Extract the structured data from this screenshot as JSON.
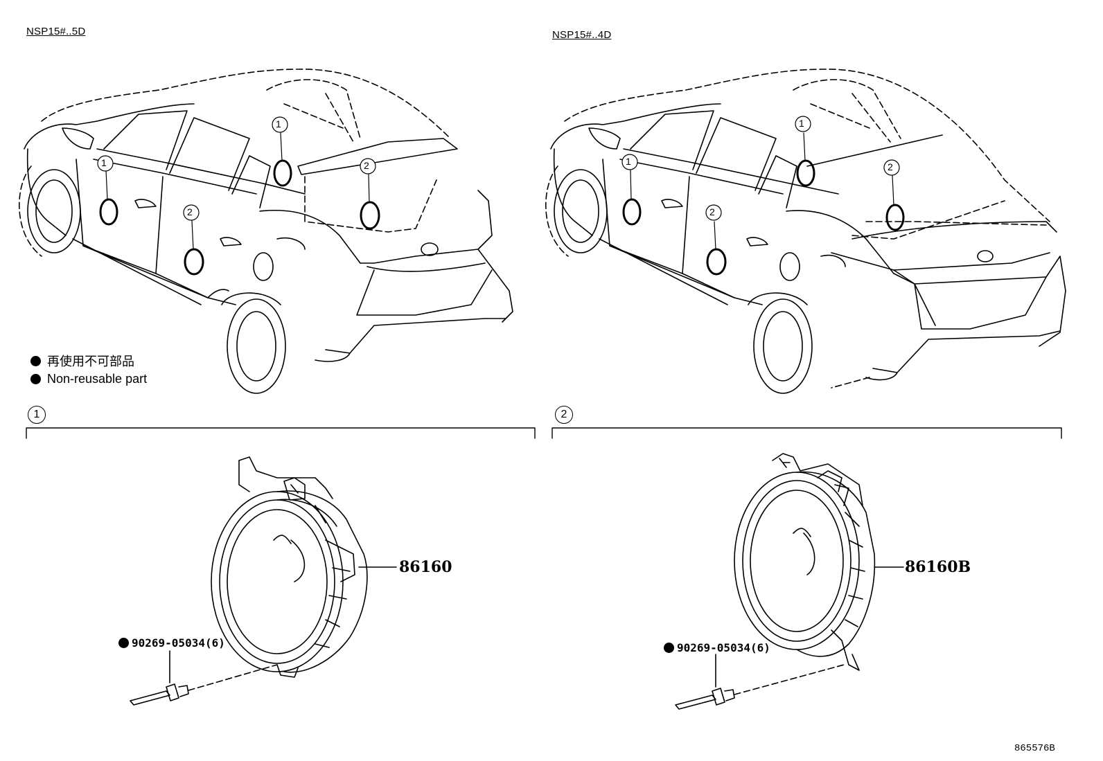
{
  "models": {
    "left": "NSP15#..5D",
    "right": "NSP15#..4D"
  },
  "legend": {
    "items": [
      {
        "text": "再使用不可部品"
      },
      {
        "text": "Non-reusable part"
      }
    ]
  },
  "sections": [
    {
      "index": "1",
      "part_number": "86160",
      "fastener": "90269-05034(6)"
    },
    {
      "index": "2",
      "part_number": "86160B",
      "fastener": "90269-05034(6)"
    }
  ],
  "callouts": {
    "one": "1",
    "two": "2"
  },
  "illustration_number": "865576B"
}
